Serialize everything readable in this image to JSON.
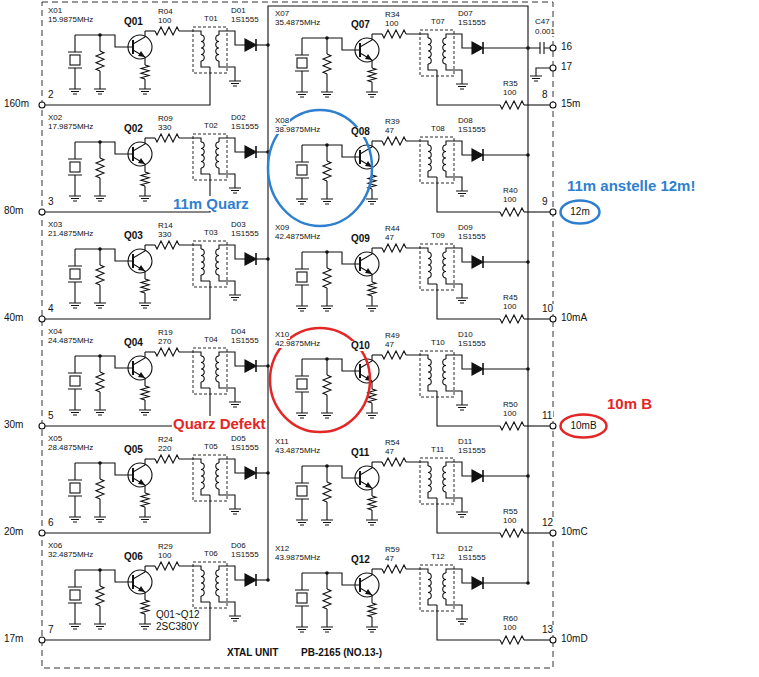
{
  "diagram": {
    "nodes": [
      {
        "text": [
          "12m"
        ]
      },
      {
        "text": [
          "10mB"
        ]
      }
    ],
    "labels": [
      "X01",
      "15.9875MHz",
      "Q01",
      "R04",
      "100",
      "T01",
      "D01",
      "1S1555",
      "X02",
      "17.9875MHz",
      "Q02",
      "R09",
      "330",
      "T02",
      "D02",
      "1S1555",
      "X03",
      "21.4875MHz",
      "Q03",
      "R14",
      "330",
      "T03",
      "D03",
      "1S1555",
      "X04",
      "24.4875MHz",
      "Q04",
      "R19",
      "270",
      "T04",
      "D04",
      "1S1555",
      "X05",
      "28.4875MHz",
      "Q05",
      "R24",
      "220",
      "T05",
      "D05",
      "1S1555",
      "X06",
      "32.4875MHz",
      "Q06",
      "R29",
      "100",
      "T06",
      "D06",
      "1S1555",
      "X07",
      "35.4875MHz",
      "Q07",
      "R34",
      "100",
      "T07",
      "D07",
      "1S1555",
      "R35",
      "100",
      "X08",
      "38.9875MHz",
      "Q08",
      "R39",
      "47",
      "T08",
      "D08",
      "1S1555",
      "R40",
      "100",
      "X09",
      "42.4875MHz",
      "Q09",
      "R44",
      "47",
      "T09",
      "D09",
      "1S1555",
      "R45",
      "100",
      "X10",
      "42.9875MHz",
      "Q10",
      "R49",
      "47",
      "T10",
      "D10",
      "1S1555",
      "R50",
      "100",
      "X11",
      "43.4875MHz",
      "Q11",
      "R54",
      "47",
      "T11",
      "D11",
      "1S1555",
      "R55",
      "100",
      "X12",
      "43.9875MHz",
      "Q12",
      "R59",
      "47",
      "T12",
      "D12",
      "1S1555",
      "R60",
      "100",
      "160m",
      "2",
      "80m",
      "3",
      "40m",
      "4",
      "30m",
      "5",
      "20m",
      "6",
      "17m",
      "7",
      "16",
      "17",
      "C47",
      "0.001",
      "8",
      "15m",
      "9",
      "10",
      "10mA",
      "11",
      "12",
      "10mC",
      "13",
      "10mD",
      "Q01~Q12",
      "2SC380Y",
      "XTAL UNIT",
      "PB-2165 (NO.13-)",
      "11m Quarz",
      "Quarz Defekt",
      "11m anstelle 12m!",
      "10m B"
    ]
  }
}
